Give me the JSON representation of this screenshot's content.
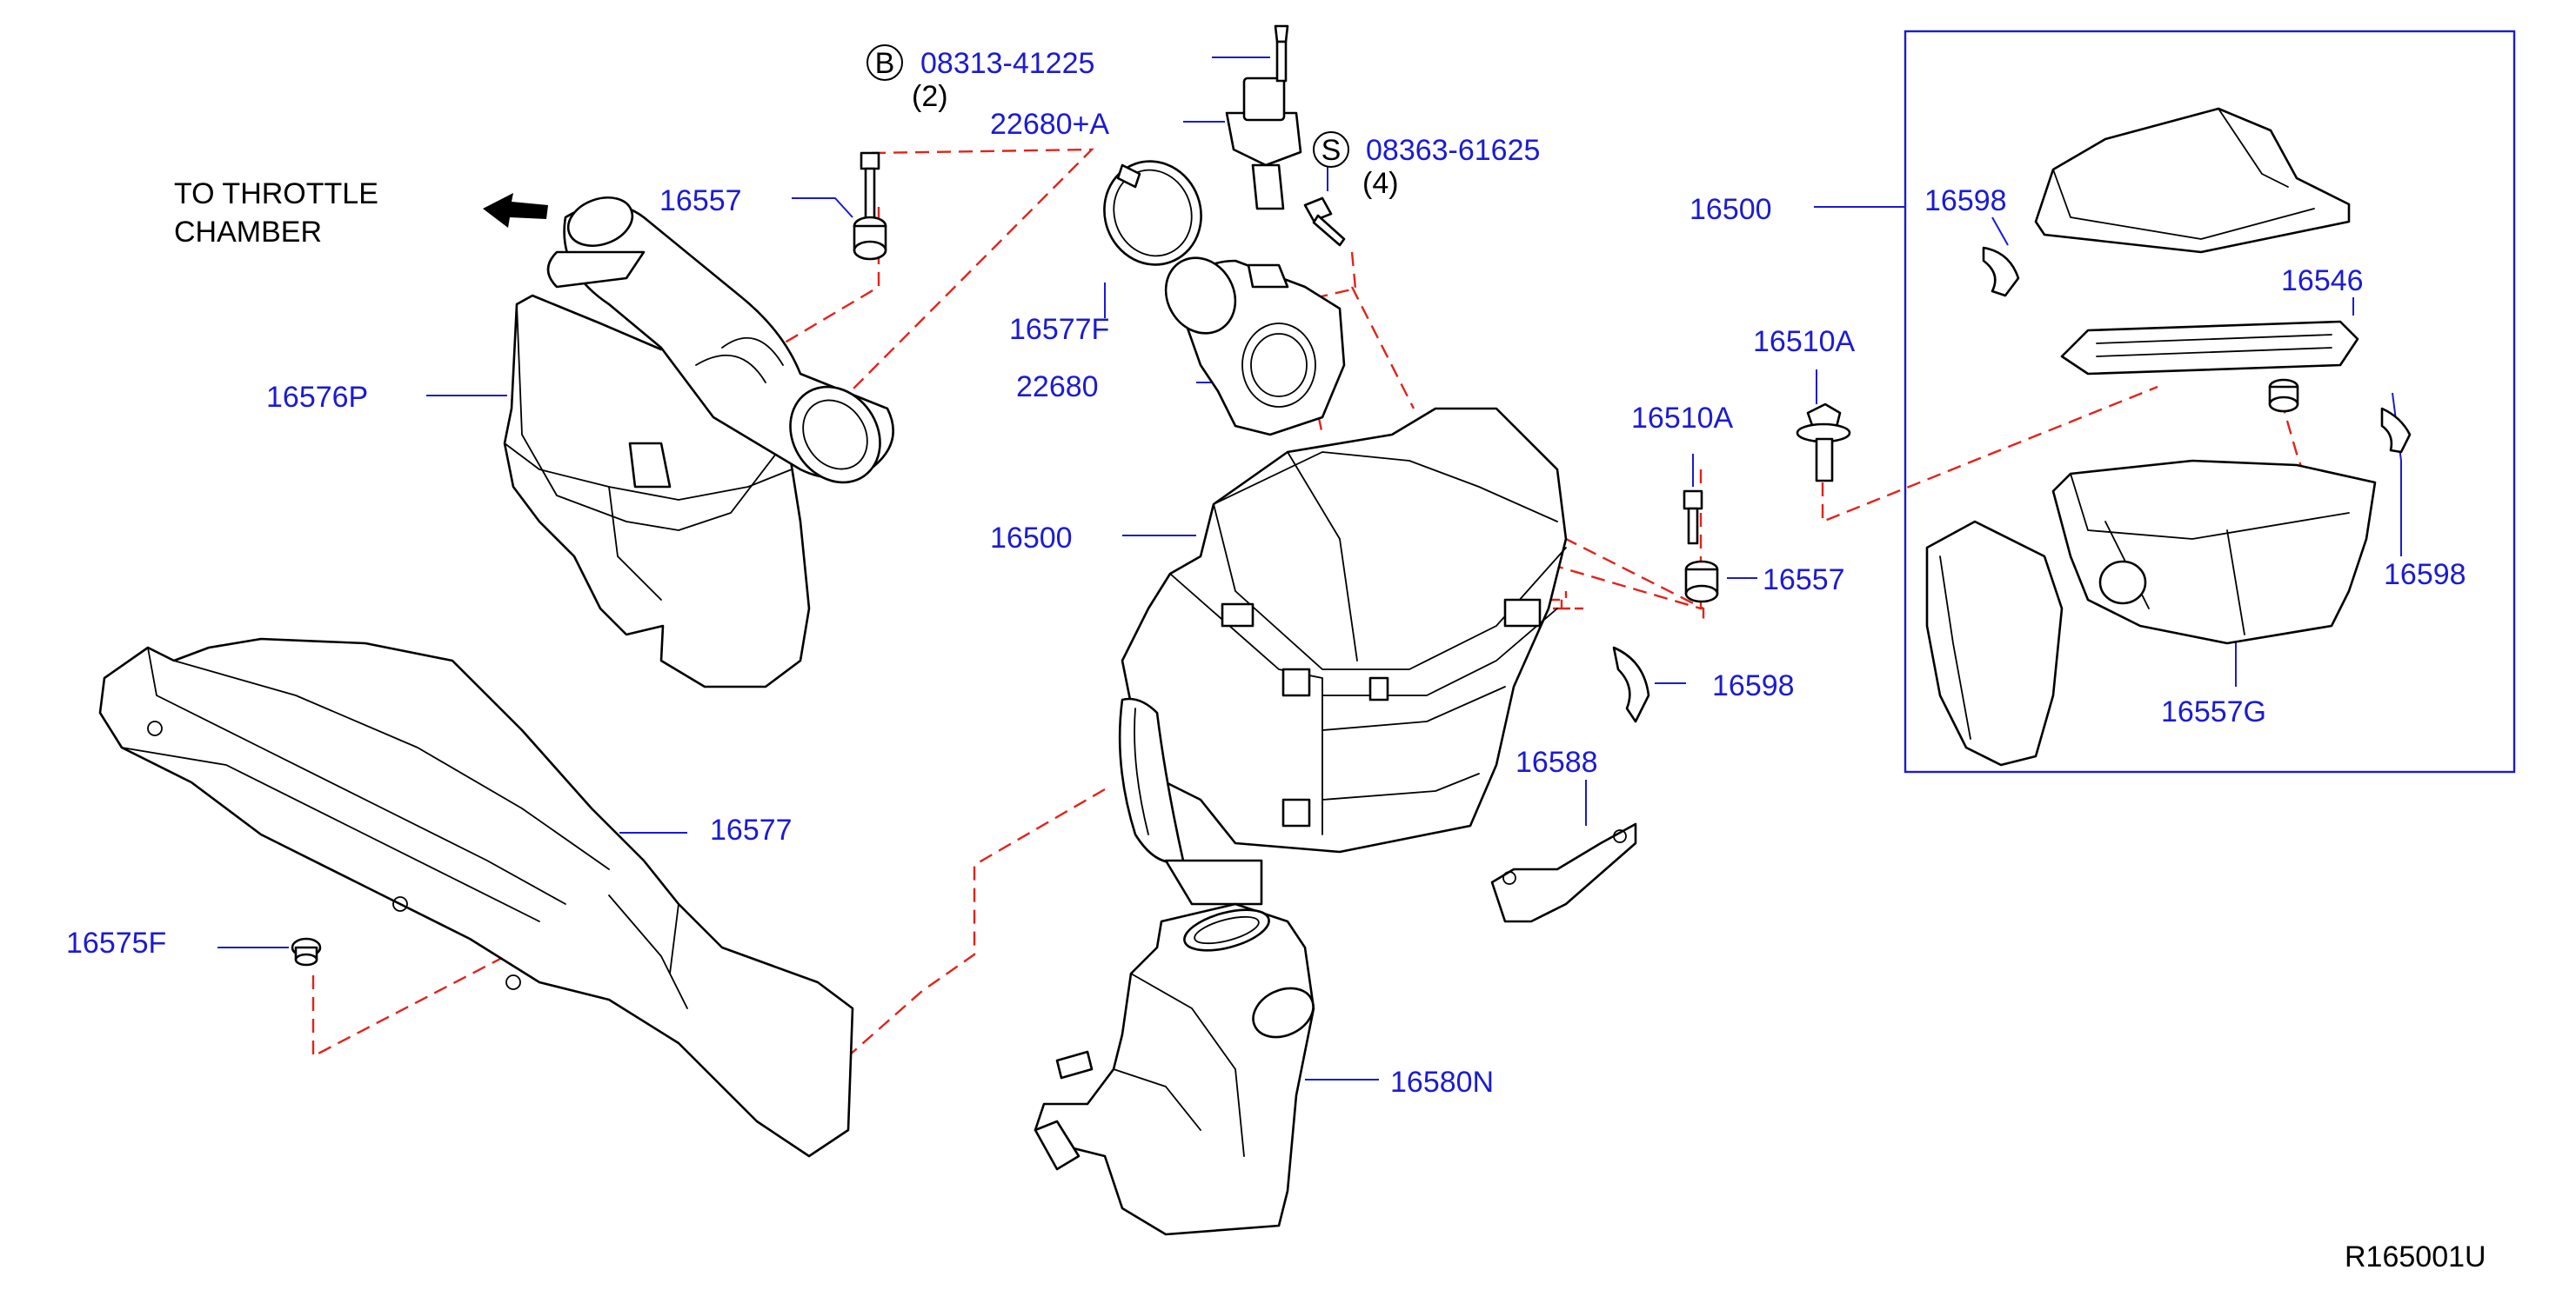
{
  "direction_note": [
    "TO  THROTTLE",
    "CHAMBER"
  ],
  "ref_code": "R165001U",
  "callouts": [
    {
      "id": "b",
      "letter": "B",
      "part": "08313-41225",
      "qty": "(2)"
    },
    {
      "id": "s",
      "letter": "S",
      "part": "08363-61625",
      "qty": "(4)"
    }
  ],
  "labels": {
    "p16557a": "16557",
    "p16576p": "16576P",
    "p22680a": "22680+A",
    "p16577f": "16577F",
    "p22680": "22680",
    "p16500m": "16500",
    "p16510a1": "16510A",
    "p16510a2": "16510A",
    "p16557b": "16557",
    "p16598m": "16598",
    "p16588": "16588",
    "p16577": "16577",
    "p16575f": "16575F",
    "p16580n": "16580N",
    "p16500i": "16500",
    "p16598i1": "16598",
    "p16546": "16546",
    "p16598i2": "16598",
    "p16557g": "16557G"
  },
  "colors": {
    "label": "#1b1bd4",
    "leader": "#1b1bd4",
    "guide": "#e2231a",
    "line": "#000000"
  }
}
